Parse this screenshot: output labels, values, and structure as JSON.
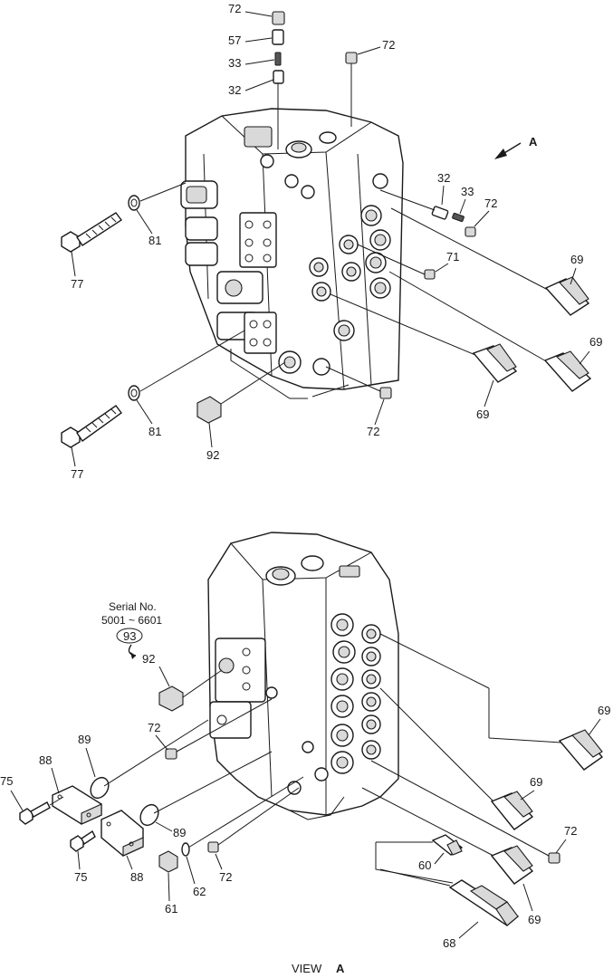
{
  "callouts": {
    "top": {
      "p72a": "72",
      "p57": "57",
      "p33a": "33",
      "p32a": "32",
      "p72b": "72",
      "arrow_a": "A",
      "p32b": "32",
      "p33b": "33",
      "p72c": "72",
      "p81a": "81",
      "p77a": "77",
      "p71": "71",
      "p69a": "69",
      "p69b": "69",
      "p69c": "69",
      "p72d": "72",
      "p81b": "81",
      "p92a": "92",
      "p77b": "77"
    },
    "bottom": {
      "serial_line1": "Serial No.",
      "serial_line2": "5001 ~ 6601",
      "p93": "93",
      "p92b": "92",
      "p69d": "69",
      "p72e": "72",
      "p89a": "89",
      "p88a": "88",
      "p75a": "75",
      "p69e": "69",
      "p72f": "72",
      "p89b": "89",
      "p75b": "75",
      "p88b": "88",
      "p60": "60",
      "p72g": "72",
      "p61": "61",
      "p62": "62",
      "p69f": "69",
      "p68": "68"
    }
  },
  "view_caption": {
    "prefix": "VIEW",
    "letter": "A"
  }
}
